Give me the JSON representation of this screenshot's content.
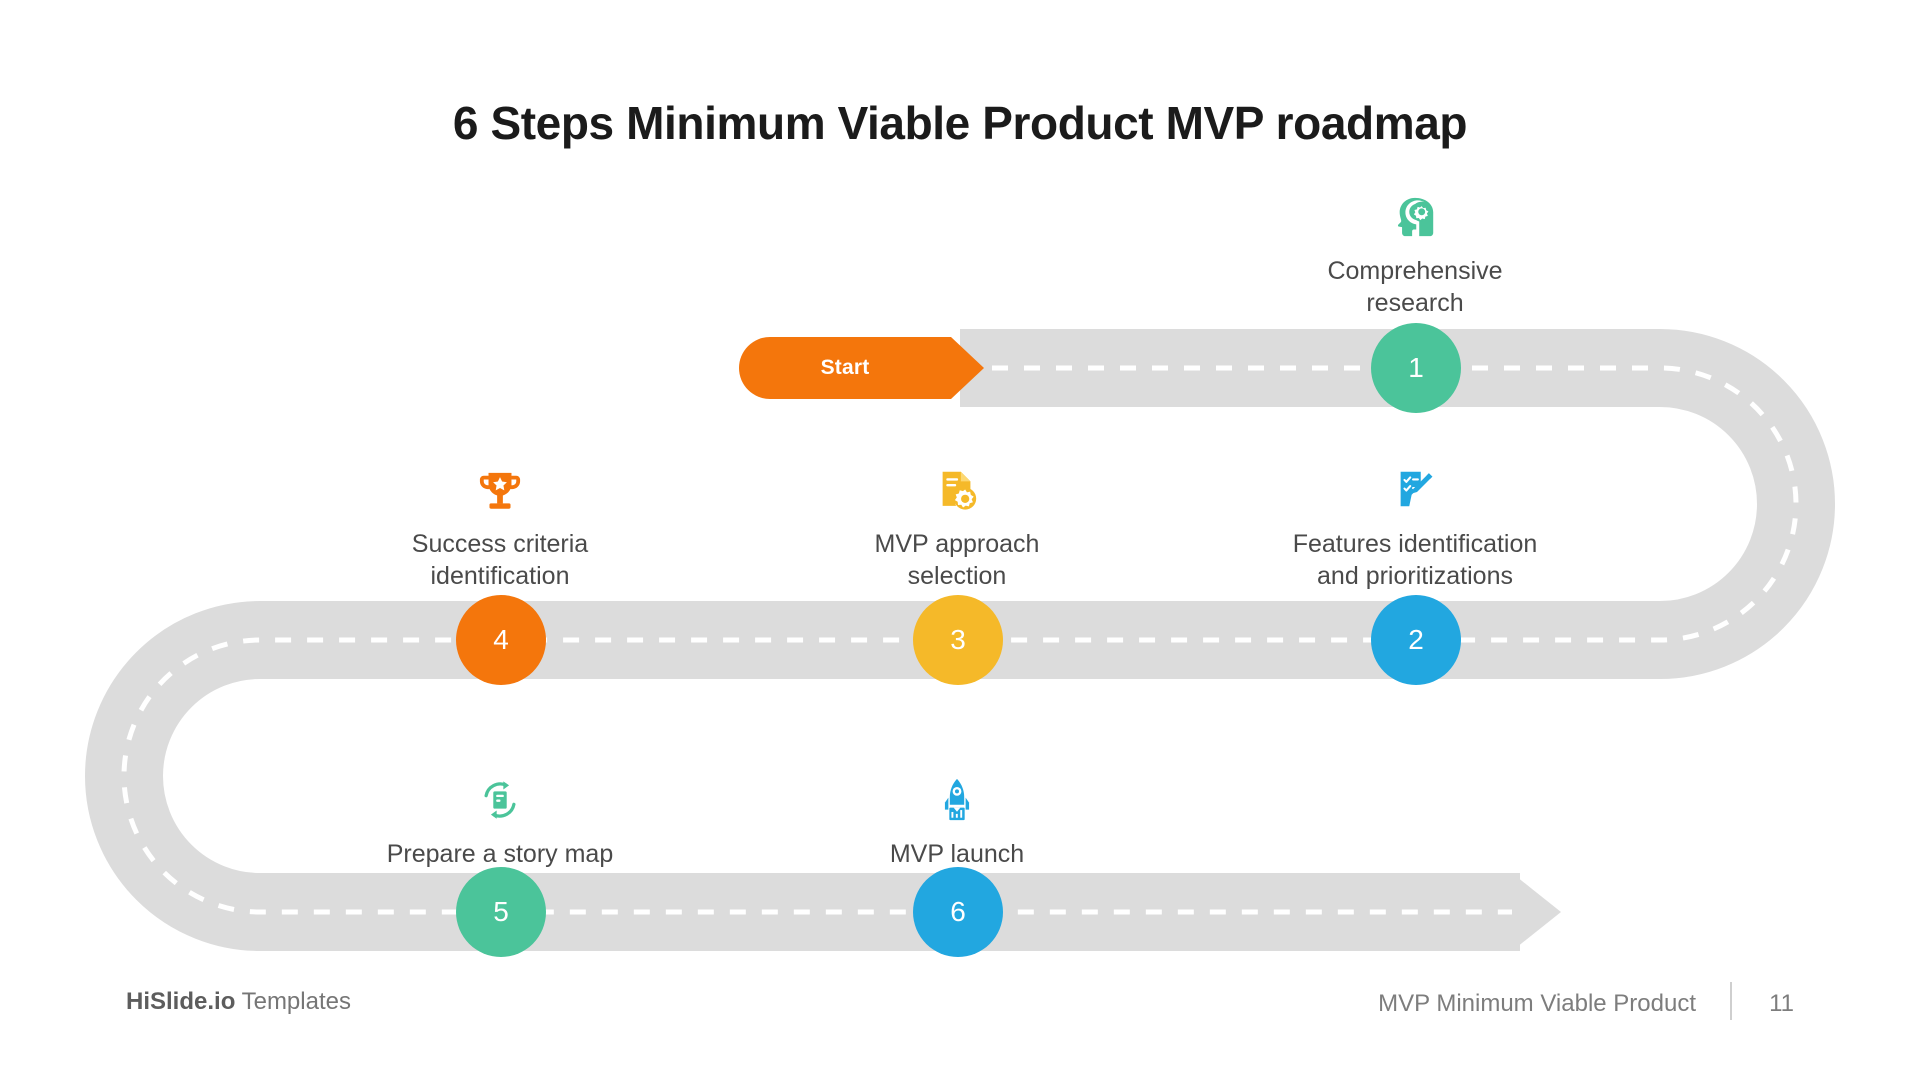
{
  "slide": {
    "title": "6 Steps Minimum Viable Product MVP roadmap",
    "start_label": "Start",
    "background": "#ffffff",
    "road_color": "#dcdcdc",
    "road_dash_color": "#ffffff"
  },
  "steps": [
    {
      "number": "1",
      "label": "Comprehensive\nresearch",
      "icon": "head-gear-icon",
      "color": "#4bc49a"
    },
    {
      "number": "2",
      "label": "Features identification\nand prioritizations",
      "icon": "checklist-pencil-icon",
      "color": "#22a7e0"
    },
    {
      "number": "3",
      "label": "MVP approach\nselection",
      "icon": "document-gear-icon",
      "color": "#f5b929"
    },
    {
      "number": "4",
      "label": "Success criteria\nidentification",
      "icon": "trophy-star-icon",
      "color": "#f4760c"
    },
    {
      "number": "5",
      "label": "Prepare a story map",
      "icon": "refresh-document-icon",
      "color": "#4bc49a"
    },
    {
      "number": "6",
      "label": "MVP launch",
      "icon": "rocket-icon",
      "color": "#22a7e0"
    }
  ],
  "footer": {
    "brand": "HiSlide.io",
    "brand_suffix": " Templates",
    "subject": "MVP Minimum Viable Product",
    "page_number": "11"
  }
}
